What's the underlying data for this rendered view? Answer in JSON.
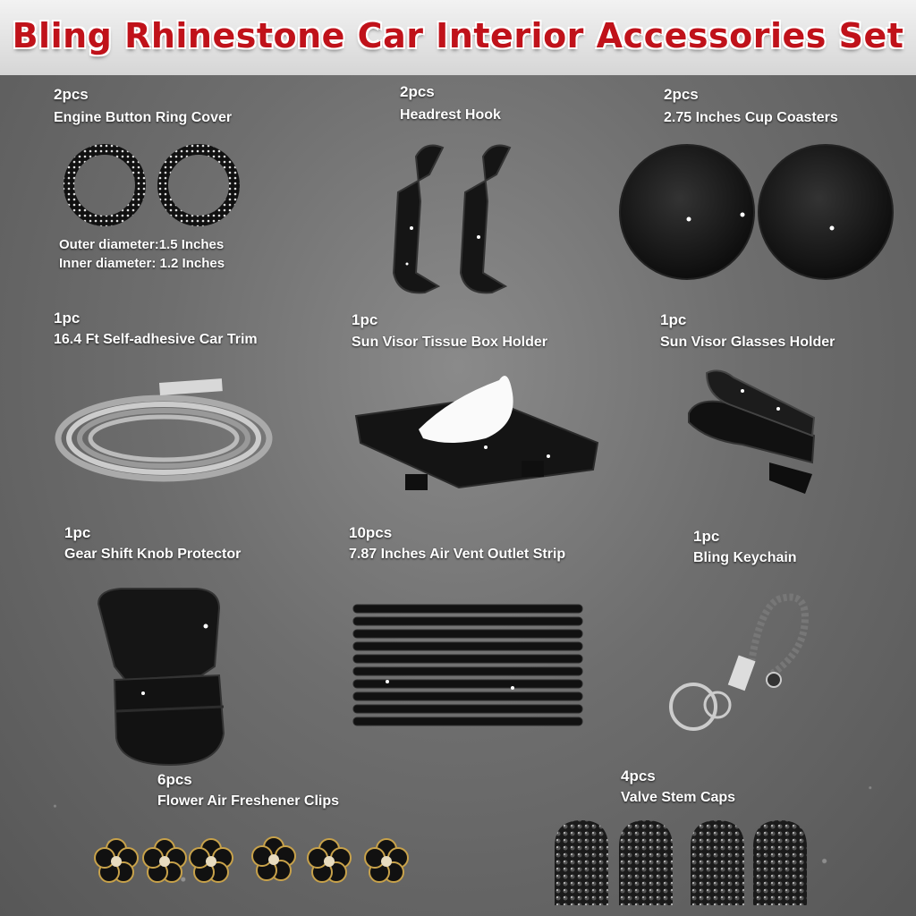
{
  "title": "Bling Rhinestone Car Interior Accessories Set",
  "items": [
    {
      "qty": "2pcs",
      "name": "Engine Button Ring Cover",
      "icon": "ring-cover-icon"
    },
    {
      "qty": "2pcs",
      "name": "Headrest Hook",
      "icon": "headrest-hook-icon"
    },
    {
      "qty": "2pcs",
      "name": "2.75 Inches Cup Coasters",
      "icon": "cup-coaster-icon"
    },
    {
      "qty": "1pc",
      "name": "16.4 Ft Self-adhesive Car Trim",
      "icon": "car-trim-roll-icon"
    },
    {
      "qty": "1pc",
      "name": "Sun Visor Tissue Box Holder",
      "icon": "tissue-box-icon"
    },
    {
      "qty": "1pc",
      "name": "Sun Visor Glasses Holder",
      "icon": "glasses-clip-icon"
    },
    {
      "qty": "1pc",
      "name": "Gear Shift Knob Protector",
      "icon": "gear-knob-cover-icon"
    },
    {
      "qty": "10pcs",
      "name": "7.87 Inches Air Vent Outlet Strip",
      "icon": "vent-strip-icon"
    },
    {
      "qty": "1pc",
      "name": "Bling Keychain",
      "icon": "keychain-icon"
    },
    {
      "qty": "6pcs",
      "name": "Flower Air Freshener Clips",
      "icon": "flower-clip-icon"
    },
    {
      "qty": "4pcs",
      "name": "Valve Stem Caps",
      "icon": "valve-cap-icon"
    }
  ],
  "ring_notes": {
    "outer": "Outer diameter:1.5 Inches",
    "inner": "Inner diameter: 1.2 Inches"
  },
  "colors": {
    "title_red": "#c0121a",
    "background": "#6e6e6e",
    "product_black": "#111111"
  }
}
